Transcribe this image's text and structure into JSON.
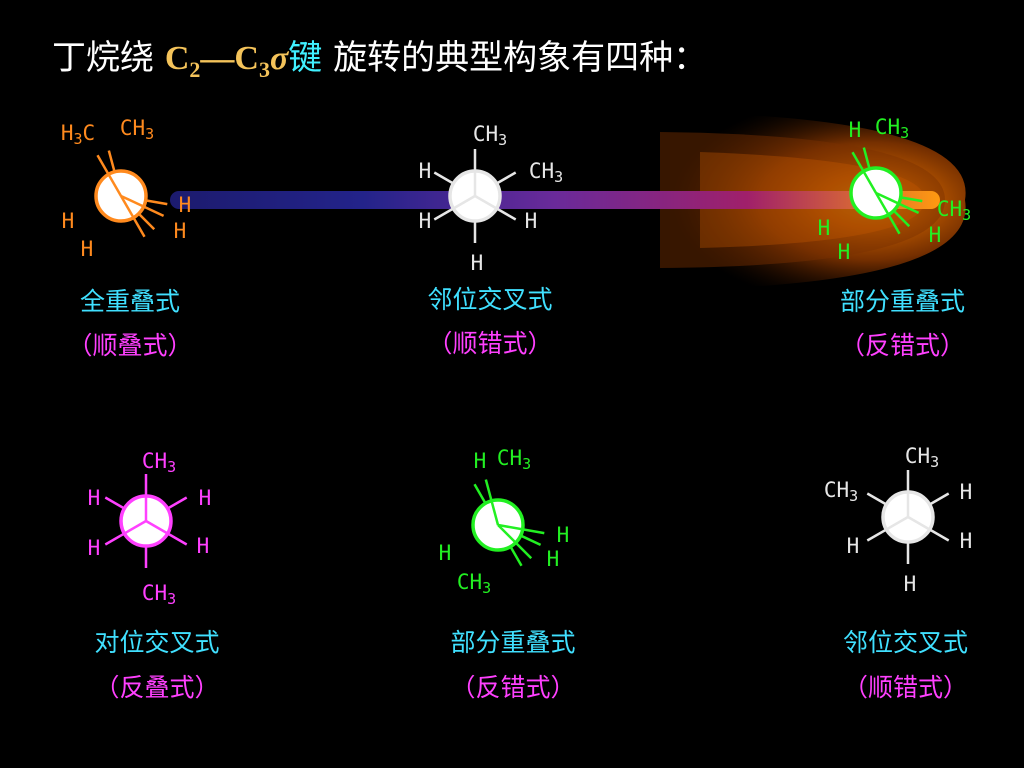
{
  "title": {
    "prefix": "丁烷绕",
    "c_a": "C",
    "sub_a": "2",
    "dash": "—",
    "c_b": "C",
    "sub_b": "3",
    "sigma": "σ",
    "bond": "键",
    "rest": " 旋转的典型构象有四种："
  },
  "colors": {
    "orange": "#ff8a1e",
    "white": "#e6e6e6",
    "green": "#22f022",
    "magenta": "#ff40ff",
    "caption_name": "#40e0ff",
    "caption_alt": "#ff40ff"
  },
  "conformations": [
    {
      "id": "fully-eclipsed",
      "name": "全重叠式",
      "alt": "（顺叠式）",
      "color": "orange",
      "labels": [
        {
          "text": "H3C"
        },
        {
          "text": "CH3"
        },
        {
          "text": "H"
        },
        {
          "text": "H"
        },
        {
          "text": "H"
        },
        {
          "text": "H"
        }
      ]
    },
    {
      "id": "gauche-1",
      "name": "邻位交叉式",
      "alt": "（顺错式）",
      "color": "white",
      "labels": [
        {
          "text": "CH3"
        },
        {
          "text": "H"
        },
        {
          "text": "CH3"
        },
        {
          "text": "H"
        },
        {
          "text": "H"
        },
        {
          "text": "H"
        }
      ]
    },
    {
      "id": "partially-eclipsed-1",
      "name": "部分重叠式",
      "alt": "（反错式）",
      "color": "green",
      "labels": [
        {
          "text": "H"
        },
        {
          "text": "CH3"
        },
        {
          "text": "CH3"
        },
        {
          "text": "H"
        },
        {
          "text": "H"
        },
        {
          "text": "H"
        }
      ]
    },
    {
      "id": "anti",
      "name": "对位交叉式",
      "alt": "（反叠式）",
      "color": "magenta",
      "labels": [
        {
          "text": "CH3"
        },
        {
          "text": "H"
        },
        {
          "text": "H"
        },
        {
          "text": "H"
        },
        {
          "text": "H"
        },
        {
          "text": "CH3"
        }
      ]
    },
    {
      "id": "partially-eclipsed-2",
      "name": "部分重叠式",
      "alt": "（反错式）",
      "color": "green",
      "labels": [
        {
          "text": "H"
        },
        {
          "text": "CH3"
        },
        {
          "text": "H"
        },
        {
          "text": "H"
        },
        {
          "text": "H"
        },
        {
          "text": "CH3"
        }
      ]
    },
    {
      "id": "gauche-2",
      "name": "邻位交叉式",
      "alt": "（顺错式）",
      "color": "white",
      "labels": [
        {
          "text": "CH3"
        },
        {
          "text": "CH3"
        },
        {
          "text": "H"
        },
        {
          "text": "H"
        },
        {
          "text": "H"
        },
        {
          "text": "H"
        }
      ]
    }
  ]
}
